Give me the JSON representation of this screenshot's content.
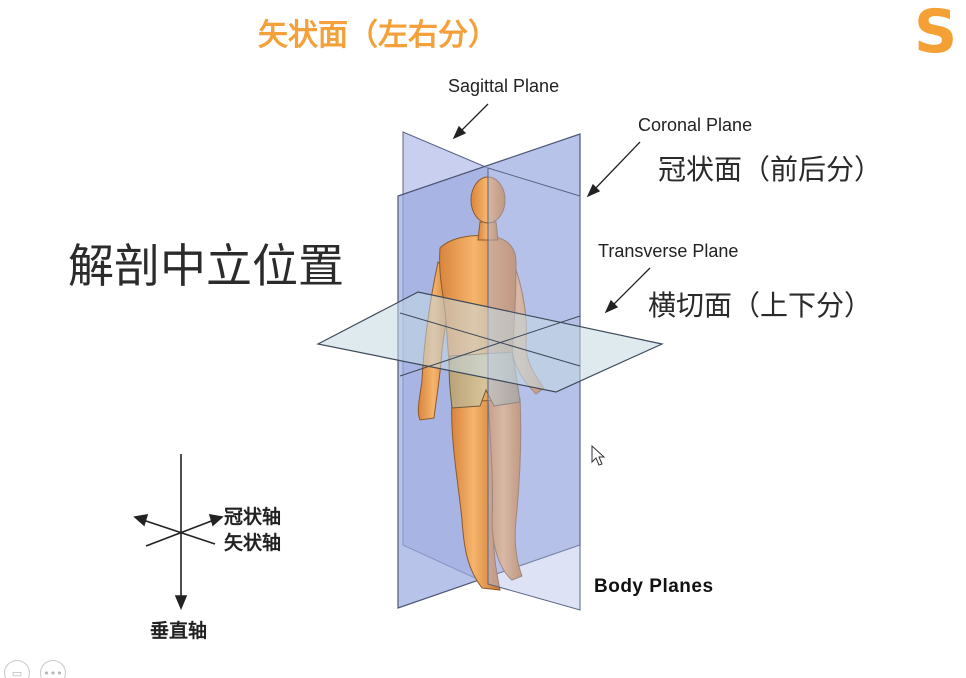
{
  "slide": {
    "title": "矢状面（左右分）",
    "corner_logo": "S",
    "position_text": "解剖中立位置"
  },
  "planes": {
    "sagittal_en": "Sagittal Plane",
    "coronal_en": "Coronal Plane",
    "coronal_cn": "冠状面（前后分）",
    "transverse_en": "Transverse Plane",
    "transverse_cn": "横切面（上下分）"
  },
  "axes": {
    "coronal": "冠状轴",
    "sagittal": "矢状轴",
    "vertical": "垂直轴"
  },
  "caption": "Body Planes",
  "colors": {
    "title_orange": "#f4a13b",
    "logo_orange": "#f5a035",
    "plane_blue": "#9aa9e0",
    "transverse_plane": "#c4d8e2",
    "skin": "#f0a85e"
  },
  "icons": {
    "prev_slide": "slide-nav-icon",
    "more_options": "ellipsis-icon",
    "cursor": "mouse-cursor-icon"
  }
}
